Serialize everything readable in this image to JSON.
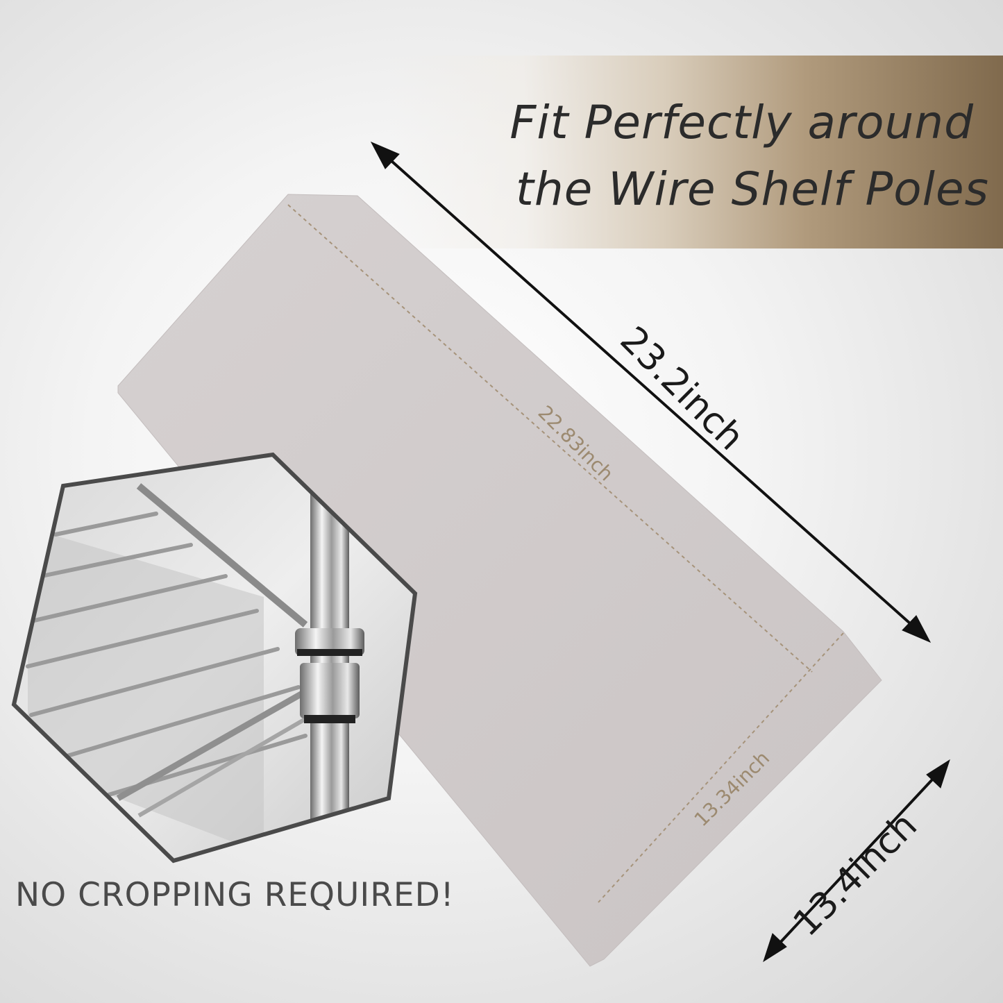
{
  "headline": {
    "line1": "Fit Perfectly around",
    "line2": "the Wire Shelf Poles"
  },
  "dimensions": {
    "outer_length": "23.2inch",
    "outer_width": "13.4inch",
    "inner_length": "22.83inch",
    "inner_width": "13.34inch"
  },
  "callout": "NO CROPPING REQUIRED!",
  "colors": {
    "liner": "#cfc9c9",
    "banner_dark": "#806a4d",
    "dashed_line": "#a6937a",
    "frame": "#4a4a4a"
  }
}
